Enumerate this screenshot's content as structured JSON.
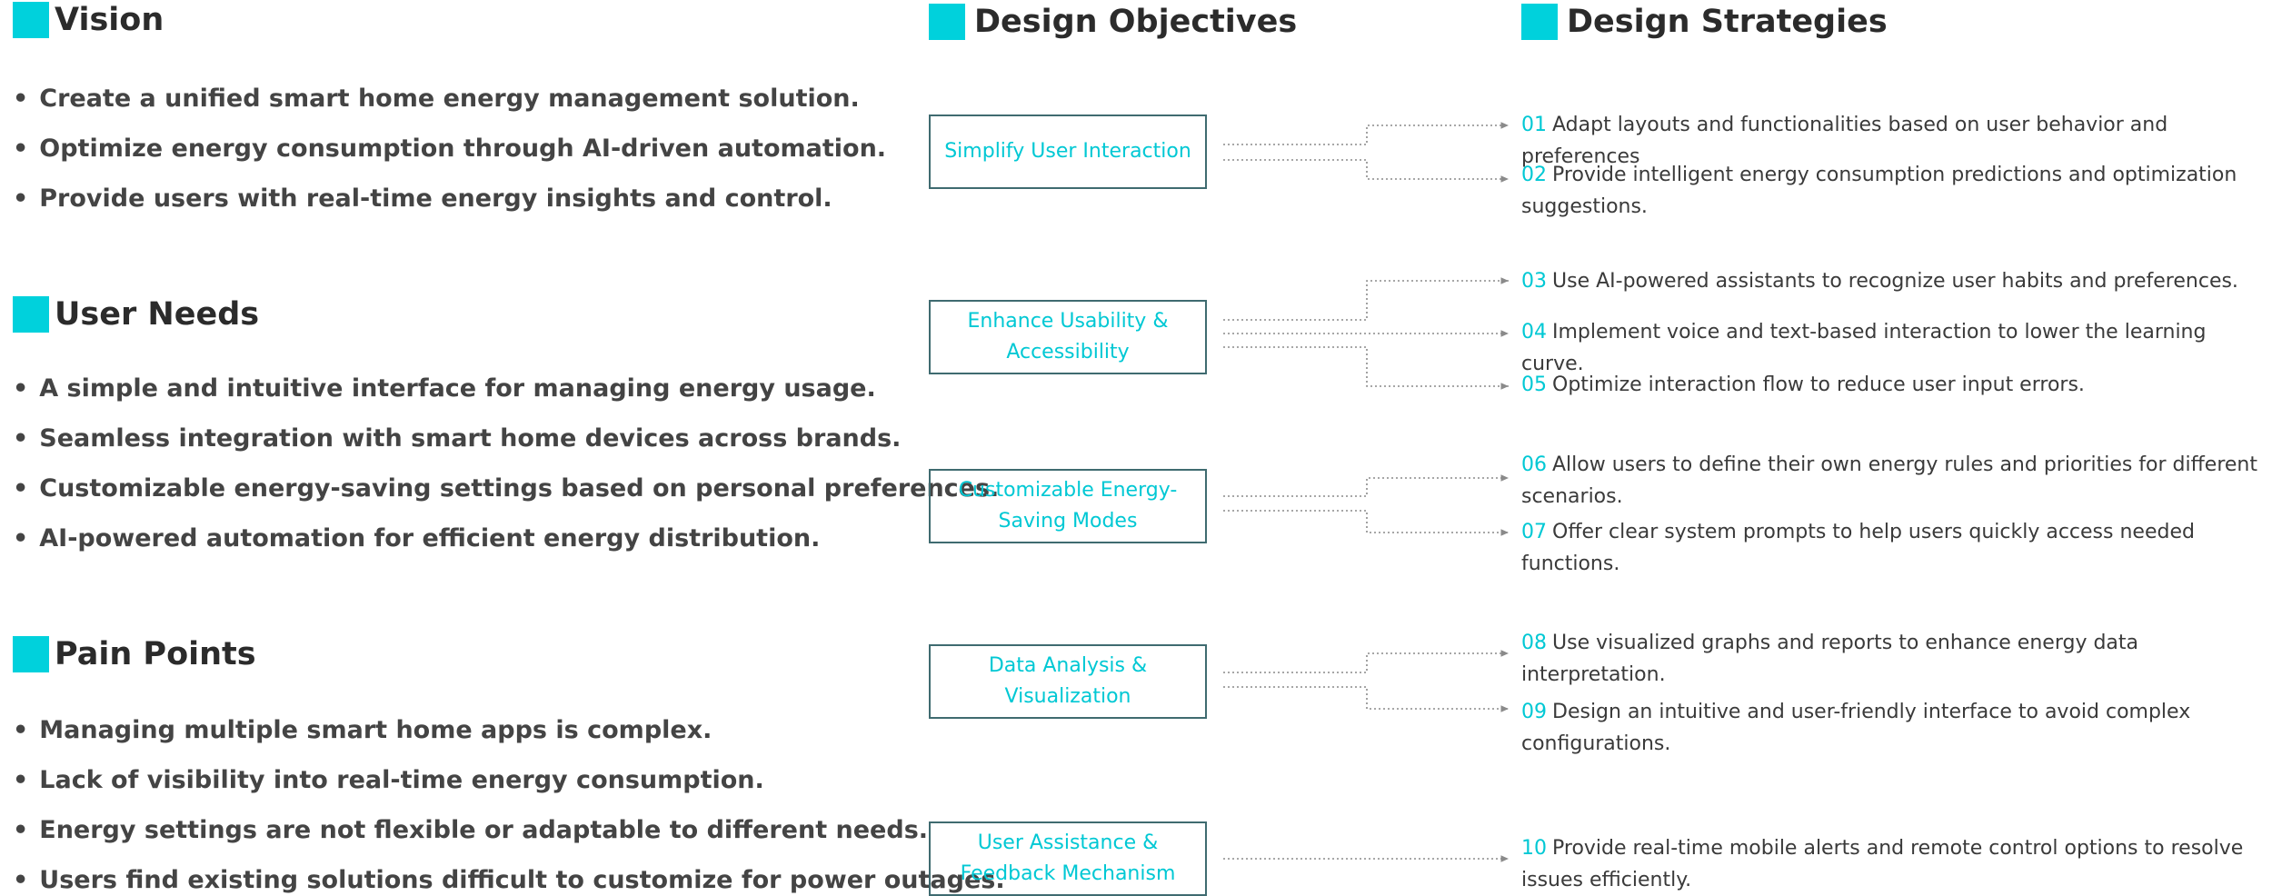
{
  "vision": {
    "title": "Vision",
    "items": [
      "Create a unified smart home energy management solution.",
      "Optimize energy consumption through AI-driven automation.",
      "Provide users with real-time energy insights and control."
    ]
  },
  "user_needs": {
    "title": "User Needs",
    "items": [
      "A simple and intuitive interface for managing energy usage.",
      "Seamless integration with smart home devices across brands.",
      "Customizable energy-saving settings based on personal preferences.",
      "AI-powered automation for efficient energy distribution."
    ]
  },
  "pain_points": {
    "title": "Pain Points",
    "items": [
      "Managing multiple smart home apps is complex.",
      "Lack of visibility into real-time energy consumption.",
      "Energy settings are not flexible or adaptable to different needs.",
      "Users find existing solutions difficult to customize for power outages."
    ]
  },
  "bullet_char": "•",
  "design_objectives": {
    "title": "Design Objectives",
    "items": [
      "Simplify User Interaction",
      "Enhance Usability & Accessibility",
      "Customizable Energy-Saving Modes",
      "Data Analysis & Visualization",
      "User Assistance & Feedback Mechanism"
    ]
  },
  "design_strategies": {
    "title": "Design Strategies",
    "items": [
      {
        "num": "01",
        "text": "Adapt layouts and functionalities based on user behavior and preferences"
      },
      {
        "num": "02",
        "text": "Provide intelligent energy consumption predictions and optimization suggestions."
      },
      {
        "num": "03",
        "text": "Use AI-powered assistants to recognize user habits and preferences."
      },
      {
        "num": "04",
        "text": "Implement voice and text-based interaction to lower the learning curve."
      },
      {
        "num": "05",
        "text": "Optimize interaction flow to reduce user input errors."
      },
      {
        "num": "06",
        "text": "Allow users to define their own energy rules and priorities for different scenarios."
      },
      {
        "num": "07",
        "text": "Offer clear system prompts to help users quickly access needed functions."
      },
      {
        "num": "08",
        "text": "Use visualized graphs and reports to enhance energy data interpretation."
      },
      {
        "num": "09",
        "text": "Design an intuitive and user-friendly interface to avoid complex configurations."
      },
      {
        "num": "10",
        "text": "Provide real-time mobile alerts and remote control options to resolve issues efficiently."
      }
    ]
  },
  "colors": {
    "accent": "#00d1dc",
    "heading_text": "#2b2b2b",
    "body_text": "#444444",
    "box_border": "#3f6b70",
    "connector": "#8a8a8a"
  }
}
